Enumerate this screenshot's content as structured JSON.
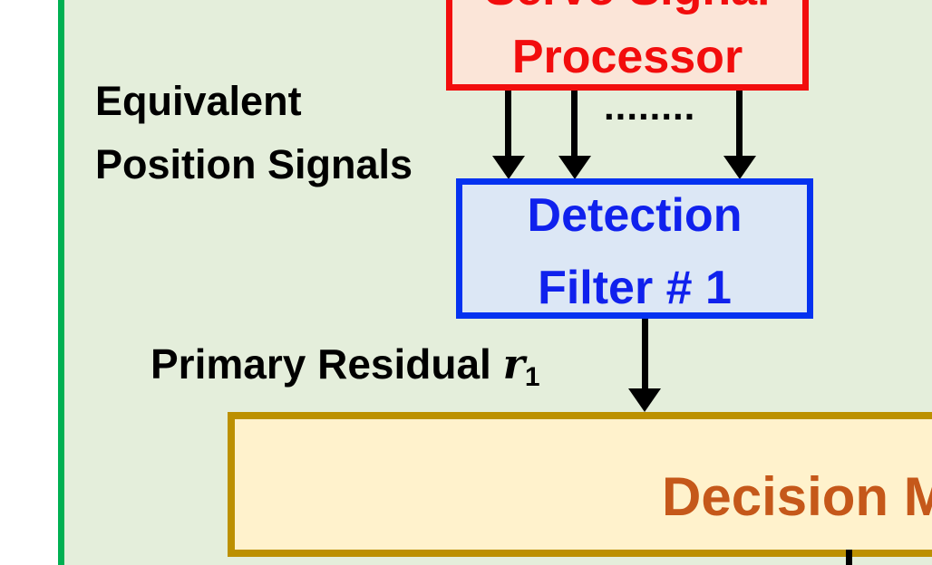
{
  "colors": {
    "page_bg": "#FFFFFF",
    "panel_bg": "#E4EEDB",
    "figure_border_green": "#00B052",
    "processor_red": "#F20D0D",
    "processor_fill": "#FBE5D8",
    "filter_border_blue": "#0532F0",
    "filter_text_blue": "#1021ED",
    "filter_fill": "#DCE7F5",
    "decision_border_gold": "#BC9000",
    "decision_fill": "#FFF2CC",
    "decision_text_orange": "#C5581A",
    "arrow_black": "#000000"
  },
  "blocks": {
    "signal_processor": {
      "line1_partial": "Servo Signal",
      "line2": "Processor"
    },
    "detection_filter": {
      "line1": "Detection",
      "line2": "Filter # 1"
    },
    "decision_making": {
      "label_partial": "Decision M"
    }
  },
  "labels": {
    "equivalent_position_signals": {
      "line1": "Equivalent",
      "line2": "Position Signals"
    },
    "primary_residual": {
      "text": "Primary Residual ",
      "symbol": "r",
      "subscript": "1"
    },
    "ellipsis_dots": "........"
  }
}
